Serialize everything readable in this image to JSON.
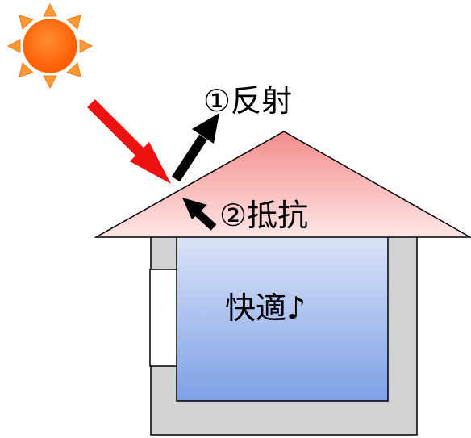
{
  "labels": {
    "reflect": "①反射",
    "resist": "②抵抗",
    "comfort": "快適♪"
  },
  "icons": {
    "sun": "sun-icon",
    "incoming_arrow": "arrow-down-right-icon",
    "reflect_arrow": "arrow-up-right-icon",
    "resist_arrow": "arrow-up-left-icon"
  },
  "colors": {
    "sun_body": "#FF6600",
    "sun_rays": "#FF9933",
    "incoming_arrow": "#EE1111",
    "reflect_arrow": "#000000",
    "roof_top": "#F08080",
    "roof_bottom": "#FFE4E4",
    "wall": "#D3D3D3",
    "room_top": "#DDE6F7",
    "room_bottom": "#7B9DE6",
    "window": "#FFFFFF"
  }
}
